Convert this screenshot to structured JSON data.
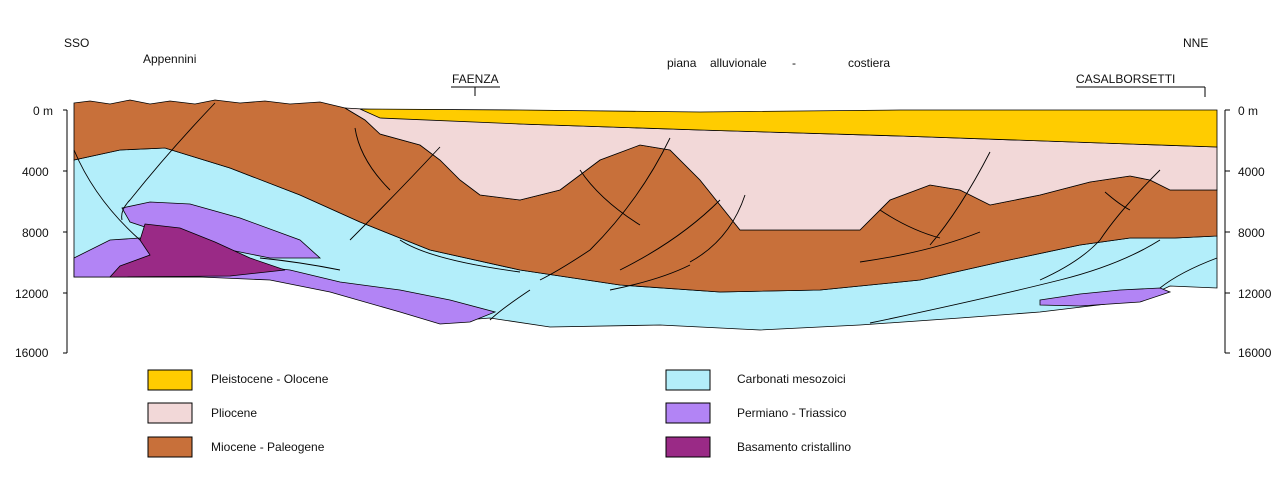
{
  "header": {
    "left_direction": "SSO",
    "right_direction": "NNE",
    "region_left": "Appennini",
    "region_center_words": [
      "piana",
      "alluvionale",
      "-",
      "costiera"
    ],
    "town_left": "FAENZA",
    "town_right": "CASALBORSETTI"
  },
  "depth_axis": {
    "left_ticks": [
      "0 m",
      "4000",
      "8000",
      "12000",
      "16000"
    ],
    "right_ticks": [
      "0 m",
      "4000",
      "8000",
      "12000",
      "16000"
    ]
  },
  "legend": {
    "items": [
      {
        "label": "Pleistocene - Olocene",
        "color": "#ffcc00"
      },
      {
        "label": "Pliocene",
        "color": "#f2d8d8"
      },
      {
        "label": "Miocene - Paleogene",
        "color": "#c8703a"
      },
      {
        "label": "Carbonati mesozoici",
        "color": "#b3eefa"
      },
      {
        "label": "Permiano - Triassico",
        "color": "#b284f5"
      },
      {
        "label": "Basamento cristallino",
        "color": "#9a2a86"
      }
    ]
  }
}
